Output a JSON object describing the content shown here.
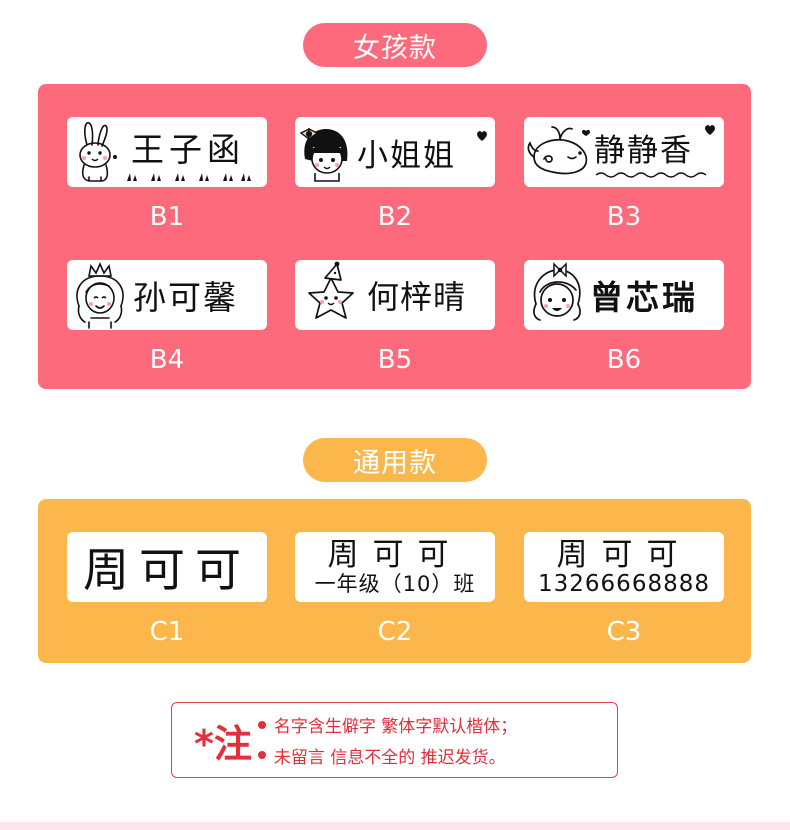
{
  "sections": {
    "girl": {
      "title": "女孩款",
      "items": [
        {
          "code": "B1",
          "name": "王子函",
          "icon": "bunny-icon"
        },
        {
          "code": "B2",
          "name": "小姐姐",
          "icon": "bow-girl-icon"
        },
        {
          "code": "B3",
          "name": "静静香",
          "icon": "whale-icon"
        },
        {
          "code": "B4",
          "name": "孙可馨",
          "icon": "princess-icon"
        },
        {
          "code": "B5",
          "name": "何梓晴",
          "icon": "star-icon"
        },
        {
          "code": "B6",
          "name": "曾芯瑞",
          "icon": "girl-face-icon"
        }
      ]
    },
    "common": {
      "title": "通用款",
      "items": [
        {
          "code": "C1",
          "name": "周可可"
        },
        {
          "code": "C2",
          "name": "周可可",
          "sub": "一年级（10）班"
        },
        {
          "code": "C3",
          "name": "周可可",
          "sub": "13266668888"
        }
      ]
    }
  },
  "note": {
    "mark": "*注",
    "lines": [
      "名字含生僻字 繁体字默认楷体；",
      "未留言 信息不全的 推迟发货。"
    ]
  },
  "colors": {
    "girl_accent": "#fd6a7b",
    "common_accent": "#fbb74b",
    "note_red": "#e0303b"
  }
}
